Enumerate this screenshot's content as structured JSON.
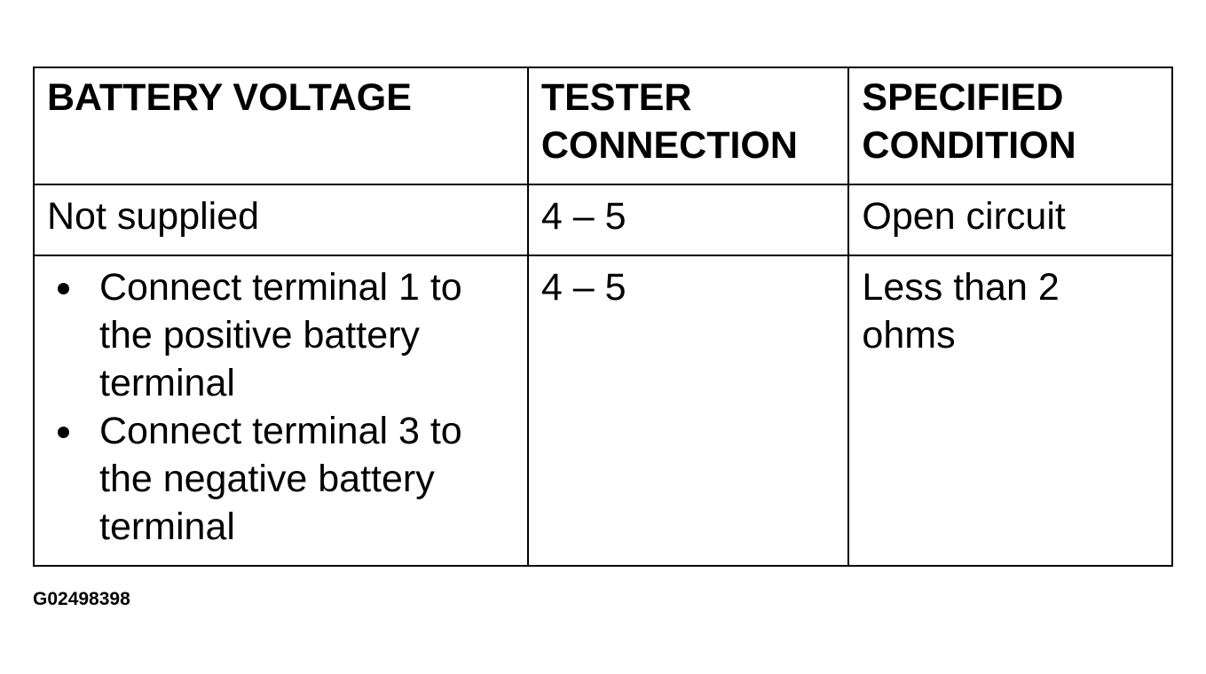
{
  "table": {
    "headers": [
      "BATTERY VOLTAGE",
      "TESTER CONNECTION",
      "SPECIFIED CONDITION"
    ],
    "rows": [
      {
        "battery_voltage": "Not supplied",
        "tester_connection": "4 – 5",
        "specified_condition": "Open circuit"
      },
      {
        "battery_voltage_steps": [
          "Connect terminal 1 to the positive battery terminal",
          "Connect terminal 3 to the negative battery terminal"
        ],
        "tester_connection": "4 – 5",
        "specified_condition": "Less than 2 ohms"
      }
    ]
  },
  "figure_code": "G02498398"
}
